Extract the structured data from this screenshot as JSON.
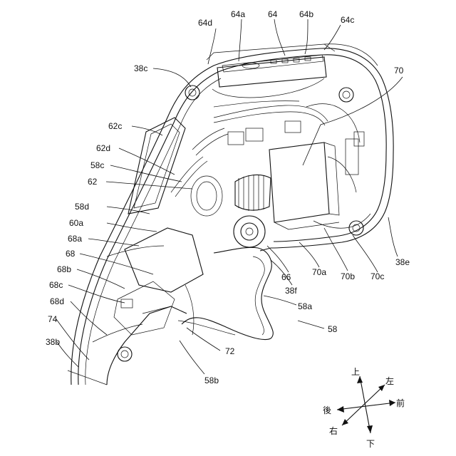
{
  "labels": {
    "l64": "64",
    "l64a": "64a",
    "l64b": "64b",
    "l64c": "64c",
    "l64d": "64d",
    "l38c": "38c",
    "l70": "70",
    "l62c": "62c",
    "l62d": "62d",
    "l58c": "58c",
    "l62": "62",
    "l58d": "58d",
    "l60a": "60a",
    "l68a": "68a",
    "l68": "68",
    "l68b": "68b",
    "l68c": "68c",
    "l68d": "68d",
    "l74": "74",
    "l38b": "38b",
    "l38e": "38e",
    "l66": "66",
    "l70a": "70a",
    "l70b": "70b",
    "l70c": "70c",
    "l38f": "38f",
    "l58a": "58a",
    "l58": "58",
    "l72": "72",
    "l58b": "58b"
  },
  "compass": {
    "up": "上",
    "left_side": "左",
    "front": "前",
    "rear": "後",
    "right_side": "右",
    "down": "下"
  }
}
